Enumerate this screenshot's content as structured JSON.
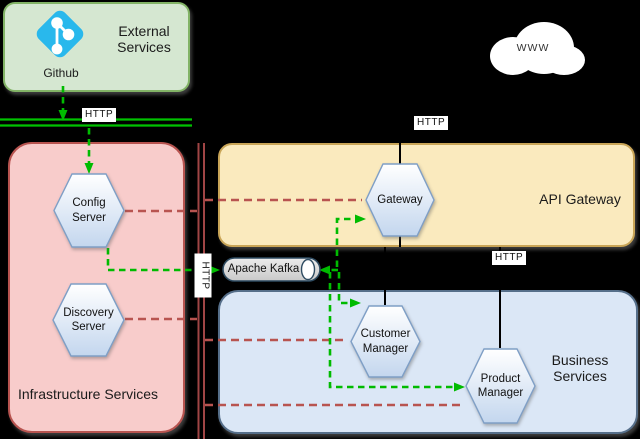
{
  "boxes": {
    "external": {
      "label": "External Services"
    },
    "infrastructure": {
      "label": "Infrastructure Services"
    },
    "api_gateway": {
      "label": "API Gateway"
    },
    "business": {
      "label": "Business Services"
    }
  },
  "nodes": {
    "github": {
      "label": "Github"
    },
    "config": {
      "label": "Config Server"
    },
    "discovery": {
      "label": "Discovery Server"
    },
    "gateway": {
      "label": "Gateway"
    },
    "customer": {
      "label": "Customer Manager"
    },
    "product": {
      "label": "Product Manager"
    },
    "kafka": {
      "label": "Apache Kafka"
    },
    "www": {
      "label": "WWW"
    }
  },
  "edge_labels": {
    "http_top_bus": "HTTP",
    "http_gateway_top": "HTTP",
    "http_kafka_bus": "HTTP",
    "http_gateway_business": "HTTP"
  },
  "colors": {
    "background": "#000000",
    "external_fill": "#d5e7d1",
    "external_border": "#82b366",
    "infrastructure_fill": "#f8cccb",
    "infrastructure_border": "#b85450",
    "api_gateway_fill": "#faeabe",
    "api_gateway_border": "#c9a557",
    "business_fill": "#dbe7f6",
    "business_border": "#566f8a",
    "hexagon_fill_top": "#ffffff",
    "hexagon_fill_bottom": "#c3d6ee",
    "hexagon_border": "#7f9fc6",
    "green_connector": "#00bb00",
    "red_connector": "#b85450",
    "maroon_bus": "#a04545",
    "green_bus": "#00c200",
    "git_icon_blue": "#29b8ec",
    "kafka_fill": "#d6d6d6",
    "kafka_border": "#2e4b61",
    "cloud_fill": "#ffffff"
  }
}
